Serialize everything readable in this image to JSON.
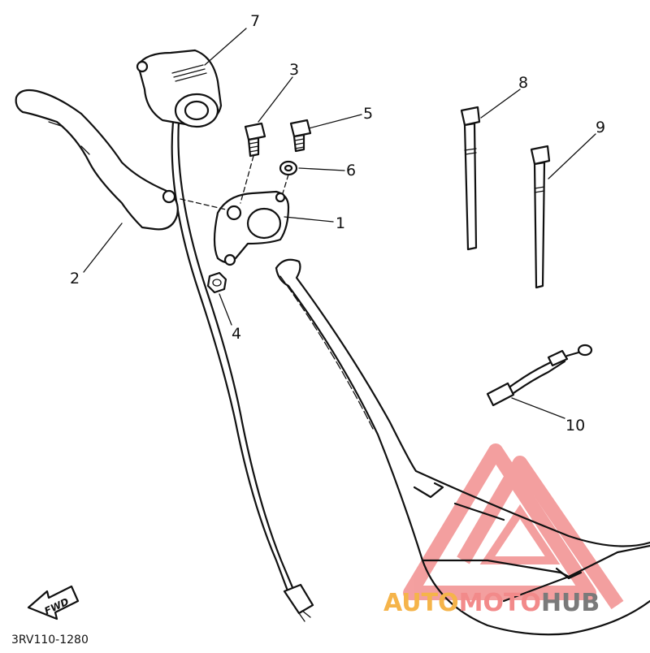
{
  "diagram": {
    "callouts": [
      "1",
      "2",
      "3",
      "4",
      "5",
      "6",
      "7",
      "8",
      "9",
      "10"
    ],
    "part_code": "3RV110-1280",
    "direction_label": "FWD"
  },
  "watermark": {
    "text_part1": "AUTO",
    "text_part2": "MOTO",
    "text_part3": "HUB",
    "color_part1": "#f5b44a",
    "color_part2": "#f28a8a",
    "color_part3": "#7a7a7a",
    "logo_color": "#f08080"
  }
}
